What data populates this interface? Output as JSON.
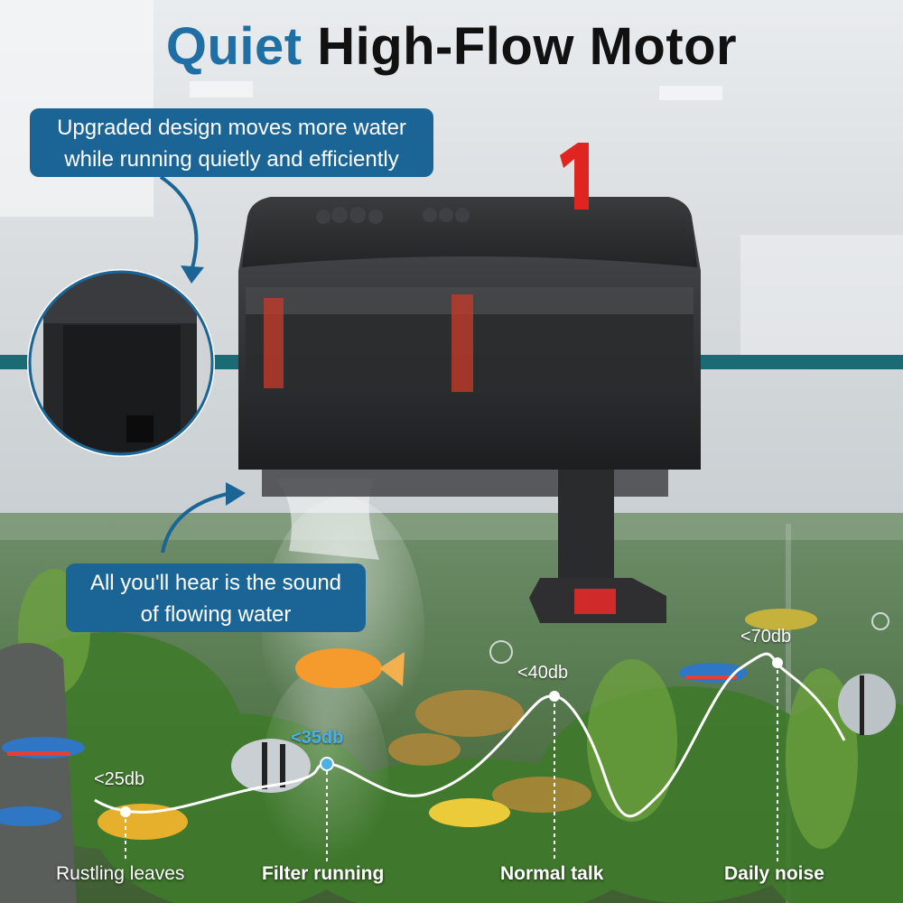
{
  "title": {
    "accent": "Quiet",
    "rest": "High-Flow Motor"
  },
  "callouts": {
    "top": {
      "line1": "Upgraded design moves more water",
      "line2": "while running quietly and efficiently"
    },
    "bottom": {
      "line1": "All you'll hear is the sound",
      "line2": "of flowing water"
    }
  },
  "noise_levels": [
    {
      "db": "<25db",
      "label": "Rustling leaves"
    },
    {
      "db": "<35db",
      "label": "Filter running"
    },
    {
      "db": "<40db",
      "label": "Normal talk"
    },
    {
      "db": "<70db",
      "label": "Daily noise"
    }
  ],
  "colors": {
    "accent": "#1f6fa4",
    "callout_bg": "#1b6596",
    "highlight_db": "#4ab0e6",
    "water_line": "#1a6b74"
  }
}
